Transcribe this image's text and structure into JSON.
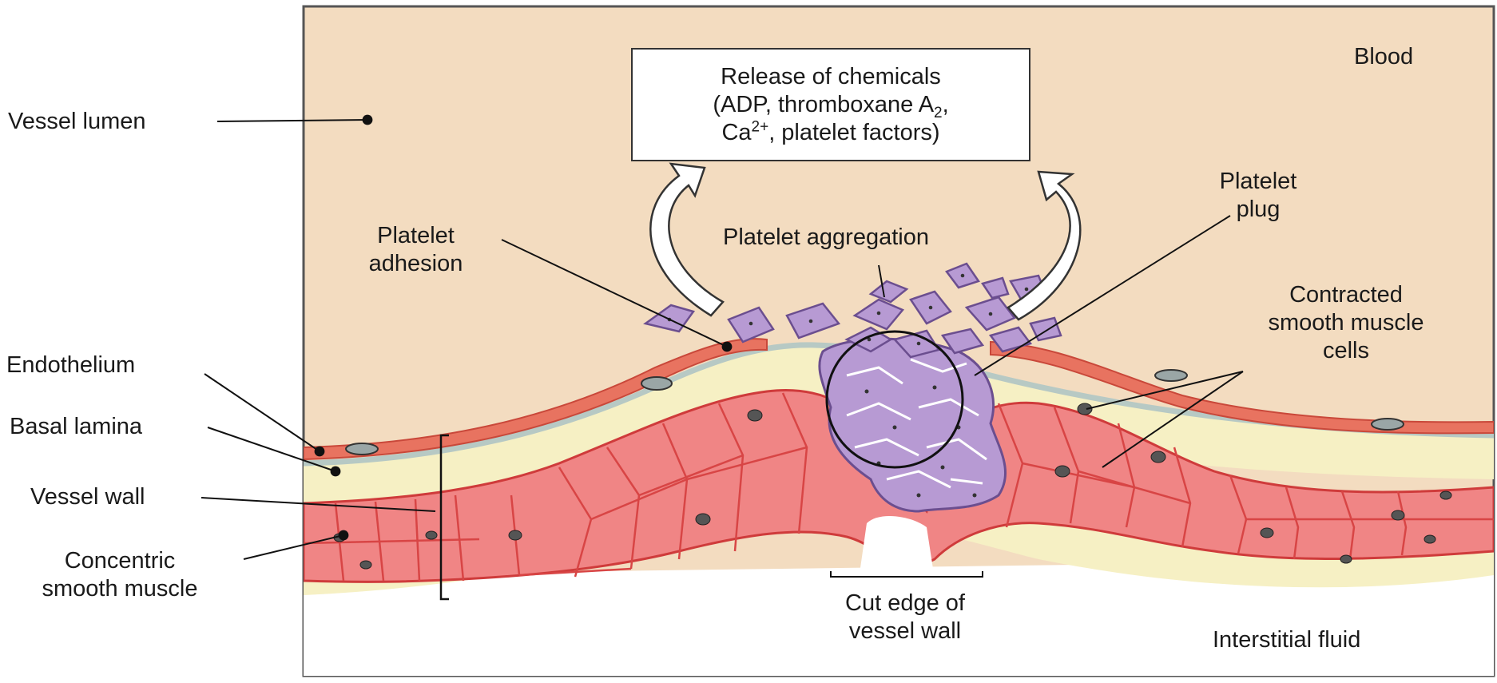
{
  "labels": {
    "vessel_lumen": "Vessel lumen",
    "blood": "Blood",
    "release_line1": "Release of chemicals",
    "release_line2a": "(ADP, thromboxane A",
    "release_line2_sub": "2",
    "release_line2b": ",",
    "release_line3a": "Ca",
    "release_line3_sup": "2+",
    "release_line3b": ", platelet factors)",
    "platelet_adhesion_1": "Platelet",
    "platelet_adhesion_2": "adhesion",
    "platelet_aggregation": "Platelet aggregation",
    "platelet_plug_1": "Platelet",
    "platelet_plug_2": "plug",
    "contracted_1": "Contracted",
    "contracted_2": "smooth muscle",
    "contracted_3": "cells",
    "endothelium": "Endothelium",
    "basal_lamina": "Basal lamina",
    "vessel_wall": "Vessel wall",
    "concentric_1": "Concentric",
    "concentric_2": "smooth muscle",
    "cut_edge_1": "Cut edge of",
    "cut_edge_2": "vessel wall",
    "interstitial_fluid": "Interstitial fluid"
  },
  "colors": {
    "lumen": "#f3dcc0",
    "endothelium": "#e87360",
    "basal_lamina": "#b7c9c4",
    "connective": "#f6f0c4",
    "muscle": "#f08585",
    "muscle_edge": "#cf3b3b",
    "platelet": "#b79ad3",
    "platelet_edge": "#6b4e8f",
    "interstitial": "#ffffff",
    "frame": "#555555"
  }
}
